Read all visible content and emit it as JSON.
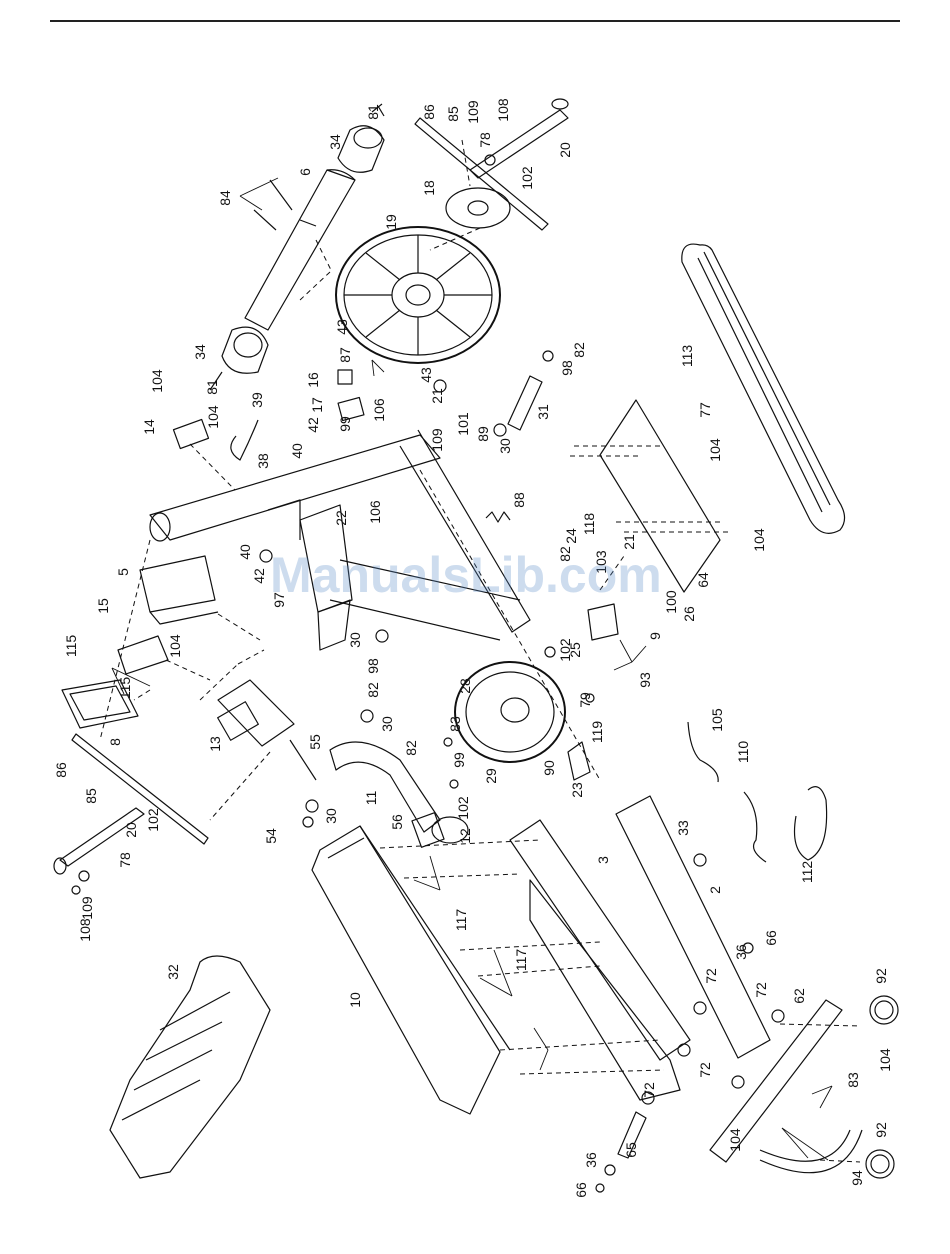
{
  "watermark": "ManualsLib.com",
  "colors": {
    "line": "#111111",
    "watermark": "#5a8cc8"
  },
  "part_labels": [
    "81",
    "34",
    "6",
    "84",
    "86",
    "85",
    "109",
    "108",
    "78",
    "20",
    "102",
    "18",
    "19",
    "113",
    "34",
    "87",
    "43",
    "16",
    "17",
    "43",
    "81",
    "104",
    "39",
    "14",
    "104",
    "38",
    "40",
    "42",
    "106",
    "99",
    "21",
    "98",
    "82",
    "31",
    "77",
    "109",
    "101",
    "89",
    "30",
    "104",
    "106",
    "88",
    "22",
    "5",
    "40",
    "42",
    "97",
    "24",
    "82",
    "118",
    "103",
    "21",
    "100",
    "64",
    "104",
    "15",
    "104",
    "30",
    "25",
    "26",
    "115",
    "115",
    "98",
    "82",
    "9",
    "102",
    "28",
    "93",
    "8",
    "13",
    "30",
    "83",
    "82",
    "55",
    "79",
    "119",
    "105",
    "86",
    "11",
    "99",
    "102",
    "29",
    "90",
    "23",
    "85",
    "54",
    "30",
    "56",
    "12",
    "20",
    "102",
    "78",
    "33",
    "109",
    "110",
    "3",
    "117",
    "112",
    "108",
    "2",
    "66",
    "36",
    "32",
    "117",
    "72",
    "72",
    "62",
    "92",
    "10",
    "72",
    "72",
    "83",
    "104",
    "65",
    "104",
    "36",
    "66",
    "92",
    "94"
  ]
}
